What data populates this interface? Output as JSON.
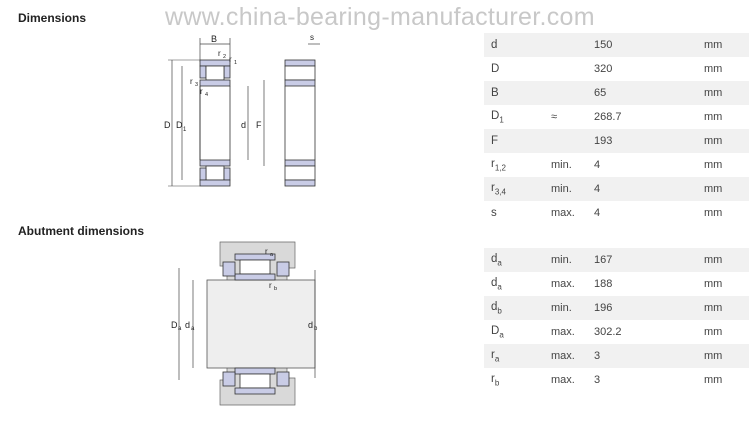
{
  "watermark": "www.china-bearing-manufacturer.com",
  "sections": {
    "dimensions_title": "Dimensions",
    "abutment_title": "Abutment dimensions"
  },
  "drawing_labels": {
    "B": "B",
    "r": "r",
    "s": "s",
    "D": "D",
    "d": "d",
    "F": "F",
    "sub1": "1",
    "sub2": "2",
    "sub3": "3",
    "sub4": "4",
    "sub_a": "a",
    "sub_b": "b"
  },
  "dimensions": [
    {
      "symbol": "d",
      "sub": "",
      "qualifier": "",
      "value": "150",
      "unit": "mm"
    },
    {
      "symbol": "D",
      "sub": "",
      "qualifier": "",
      "value": "320",
      "unit": "mm"
    },
    {
      "symbol": "B",
      "sub": "",
      "qualifier": "",
      "value": "65",
      "unit": "mm"
    },
    {
      "symbol": "D",
      "sub": "1",
      "qualifier": "≈",
      "value": "268.7",
      "unit": "mm"
    },
    {
      "symbol": "F",
      "sub": "",
      "qualifier": "",
      "value": "193",
      "unit": "mm"
    },
    {
      "symbol": "r",
      "sub": "1,2",
      "qualifier": "min.",
      "value": "4",
      "unit": "mm"
    },
    {
      "symbol": "r",
      "sub": "3,4",
      "qualifier": "min.",
      "value": "4",
      "unit": "mm"
    },
    {
      "symbol": "s",
      "sub": "",
      "qualifier": "max.",
      "value": "4",
      "unit": "mm"
    }
  ],
  "abutment": [
    {
      "symbol": "d",
      "sub": "a",
      "qualifier": "min.",
      "value": "167",
      "unit": "mm"
    },
    {
      "symbol": "d",
      "sub": "a",
      "qualifier": "max.",
      "value": "188",
      "unit": "mm"
    },
    {
      "symbol": "d",
      "sub": "b",
      "qualifier": "min.",
      "value": "196",
      "unit": "mm"
    },
    {
      "symbol": "D",
      "sub": "a",
      "qualifier": "max.",
      "value": "302.2",
      "unit": "mm"
    },
    {
      "symbol": "r",
      "sub": "a",
      "qualifier": "max.",
      "value": "3",
      "unit": "mm"
    },
    {
      "symbol": "r",
      "sub": "b",
      "qualifier": "max.",
      "value": "3",
      "unit": "mm"
    }
  ]
}
